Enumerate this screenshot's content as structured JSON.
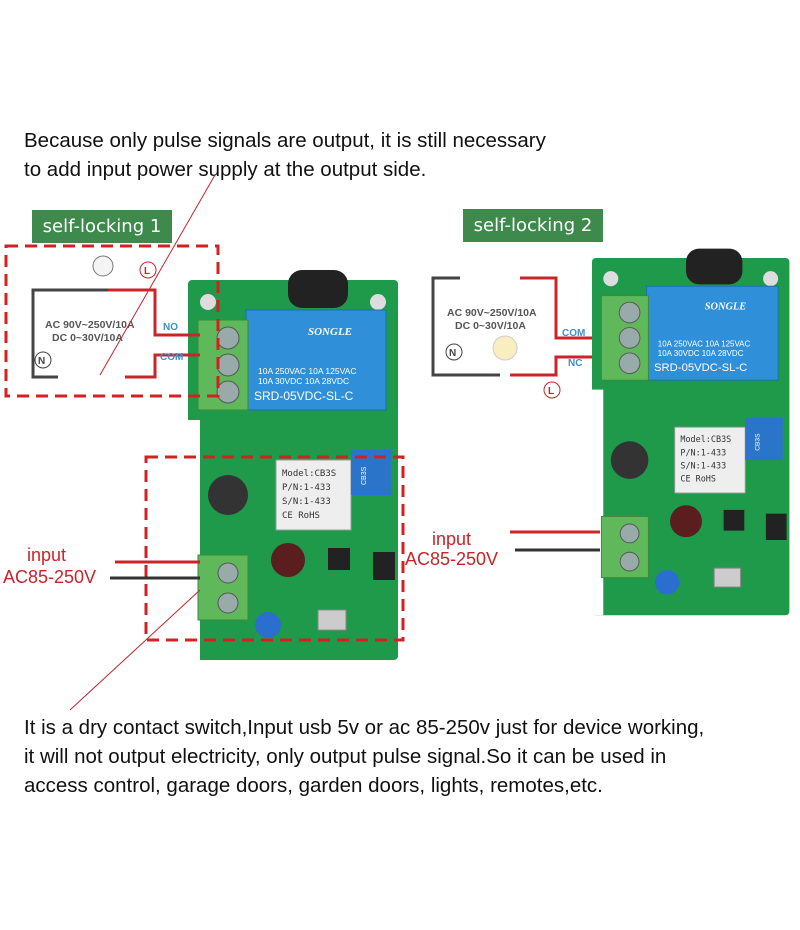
{
  "top_note": [
    "Because only pulse signals are output, it is still necessary",
    "to add input power supply at the output side."
  ],
  "bottom_note": [
    "It is a dry contact switch,Input usb 5v or ac 85-250v just for device working,",
    "it will not output electricity, only output pulse signal.So it can be used in",
    "access control, garage doors, garden doors, lights, remotes,etc."
  ],
  "diagrams": [
    {
      "label": "self-locking 1",
      "rating": [
        "AC 90V~250V/10A",
        "DC 0~30V/10A"
      ],
      "terminals": [
        "NO",
        "COM"
      ],
      "live": "L",
      "neutral": "N",
      "input": [
        "input",
        "AC85-250V"
      ]
    },
    {
      "label": "self-locking 2",
      "rating": [
        "AC 90V~250V/10A",
        "DC 0~30V/10A"
      ],
      "terminals": [
        "COM",
        "NC"
      ],
      "live": "L",
      "neutral": "N",
      "input": [
        "input",
        "AC85-250V"
      ]
    }
  ],
  "board": {
    "relay_brand": "SONGLE",
    "relay_specs": [
      "10A 250VAC  10A 125VAC",
      "10A  30VDC  10A  28VDC"
    ],
    "relay_model": "SRD-05VDC-SL-C",
    "module": [
      "Model:CB3S",
      "P/N:1-433",
      "S/N:1-433",
      "CE RoHS"
    ],
    "module_side": "CB3S"
  },
  "colors": {
    "pcb": "#1f9a4a",
    "relay": "#2f8fd8",
    "terminal": "#5fb85a",
    "wire_red": "#c8242a",
    "label_bg": "#3e8a4c",
    "dashed": "#d42020"
  }
}
